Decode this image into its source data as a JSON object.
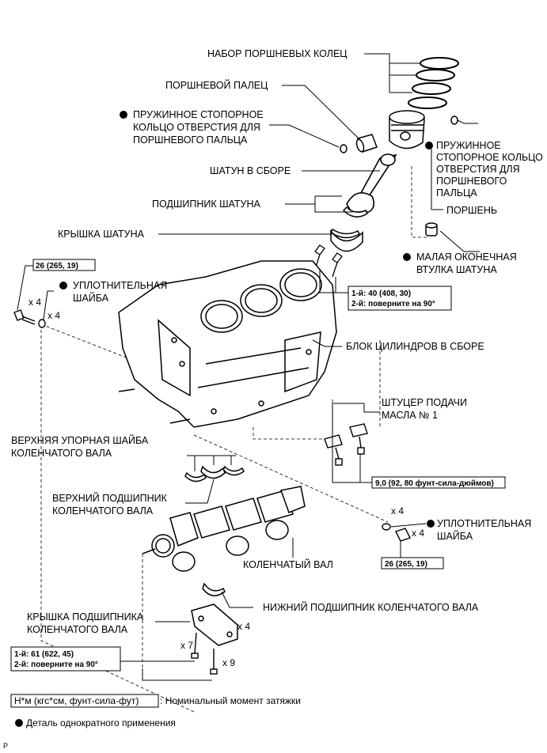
{
  "labels": {
    "piston_rings": "НАБОР ПОРШНЕВЫХ КОЛЕЦ",
    "piston_pin": "ПОРШНЕВОЙ ПАЛЕЦ",
    "snap_ring_left_1": "ПРУЖИННОЕ СТОПОРНОЕ",
    "snap_ring_left_2": "КОЛЬЦО ОТВЕРСТИЯ ДЛЯ",
    "snap_ring_left_3": "ПОРШНЕВОГО ПАЛЬЦА",
    "snap_ring_right_1": "ПРУЖИННОЕ",
    "snap_ring_right_2": "СТОПОРНОЕ КОЛЬЦО",
    "snap_ring_right_3": "ОТВЕРСТИЯ ДЛЯ",
    "snap_ring_right_4": "ПОРШНЕВОГО",
    "snap_ring_right_5": "ПАЛЬЦА",
    "conrod_assy": "ШАТУН В СБОРЕ",
    "conrod_bearing": "ПОДШИПНИК ШАТУНА",
    "piston": "ПОРШЕНЬ",
    "conrod_cap": "КРЫШКА ШАТУНА",
    "small_end_bush_1": "МАЛАЯ ОКОНЕЧНАЯ",
    "small_end_bush_2": "ВТУЛКА ШАТУНА",
    "gasket_top_1": "УПЛОТНИТЕЛЬНАЯ",
    "gasket_top_2": "ШАЙБА",
    "cyl_block": "БЛОК ЦИЛИНДРОВ В СБОРЕ",
    "oil_nozzle_1": "ШТУЦЕР ПОДАЧИ",
    "oil_nozzle_2": "МАСЛА № 1",
    "upper_thrust_1": "ВЕРХНЯЯ УПОРНАЯ ШАЙБА",
    "upper_thrust_2": "КОЛЕНЧАТОГО ВАЛА",
    "upper_bearing_1": "ВЕРХНИЙ ПОДШИПНИК",
    "upper_bearing_2": "КОЛЕНЧАТОГО ВАЛА",
    "gasket_bottom_1": "УПЛОТНИТЕЛЬНАЯ",
    "gasket_bottom_2": "ШАЙБА",
    "crankshaft": "КОЛЕНЧАТЫЙ ВАЛ",
    "lower_bearing": "НИЖНИЙ ПОДШИПНИК КОЛЕНЧАТОГО ВАЛА",
    "main_cap_1": "КРЫШКА ПОДШИПНИКА",
    "main_cap_2": "КОЛЕНЧАТОГО ВАЛА"
  },
  "quantities": {
    "bolt_top": "x 4",
    "gasket_top": "x 4",
    "gasket_bottom": "x 4",
    "plug_bottom": "x 4",
    "main_cap": "x 4",
    "bolt_x7": "x 7",
    "bolt_x9": "x 9"
  },
  "torques": {
    "top_plug": "26 (265, 19)",
    "conrod_1": "1-й: 40 (408, 30)",
    "conrod_2": "2-й: поверните на 90°",
    "oil_nozzle": "9,0 (92, 80 фунт-сила-дюймов)",
    "bottom_plug": "26 (265, 19)",
    "main_1": "1-й: 61 (622, 45)",
    "main_2": "2-й: поверните на 90°"
  },
  "legend": {
    "torque_unit": "Н*м (кгс*см, фунт-сила-фут)",
    "torque_desc": ": Номинальный момент затяжки",
    "non_reusable": "Деталь однократного применения"
  },
  "footer": {
    "code": "P"
  }
}
